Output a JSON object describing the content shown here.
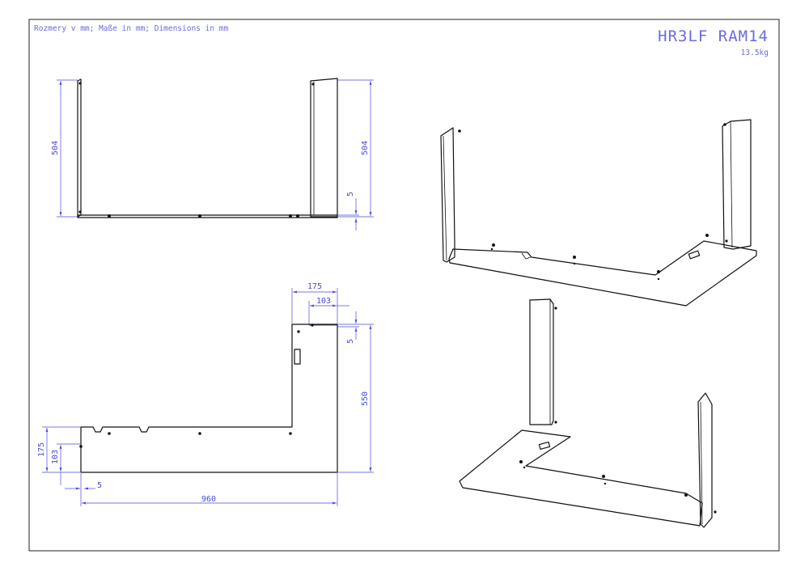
{
  "header": {
    "units_note": "Rozmery v mm; Maße in mm; Dimensions in mm",
    "title": "HR3LF RAM14",
    "weight": "13.5kg"
  },
  "front_view": {
    "dim_left_height": "504",
    "dim_right_height": "504",
    "dim_base_thickness": "5"
  },
  "top_view": {
    "dim_leg_width": "175",
    "dim_leg_inner": "103",
    "dim_wall": "5",
    "dim_leg_length": "550",
    "dim_left_175": "175",
    "dim_left_103": "103",
    "dim_left_5": "5",
    "dim_total_width": "960"
  },
  "colors": {
    "dimension": "#4a4ad8",
    "outline": "#111111",
    "title": "#6a6ae0"
  }
}
